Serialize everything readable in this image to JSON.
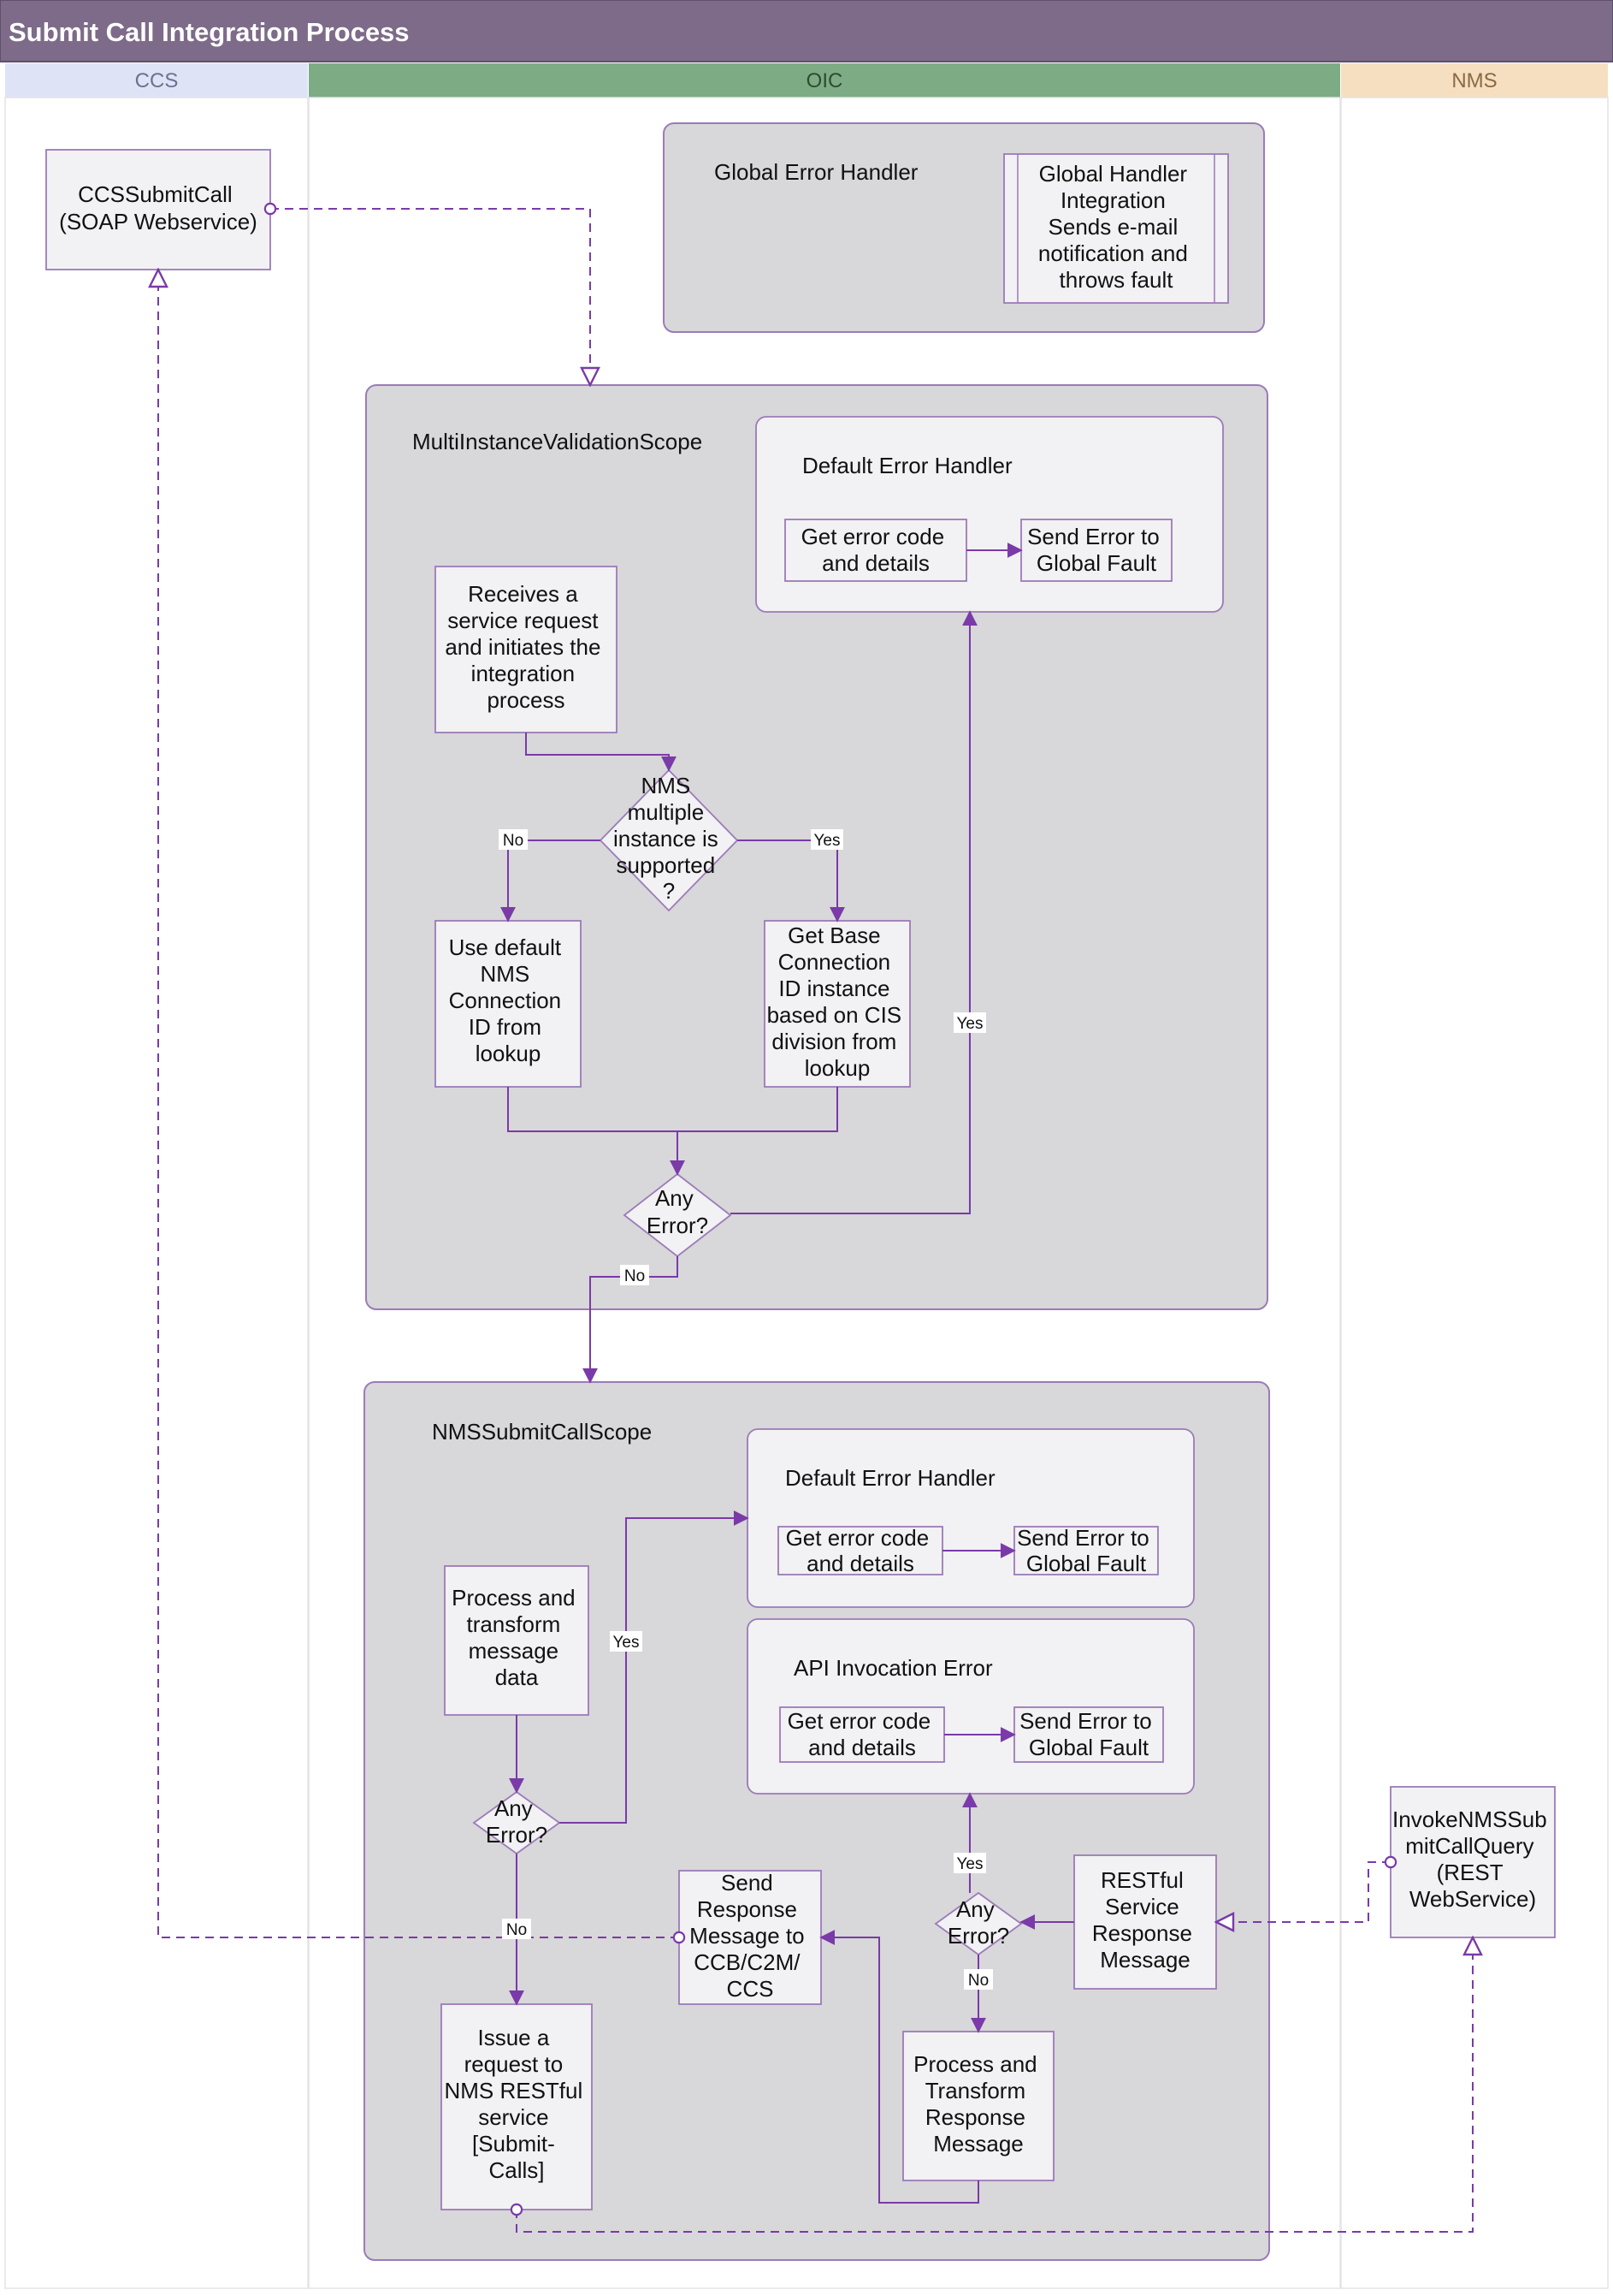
{
  "title": "Submit Call Integration Process",
  "lanes": {
    "ccs": "CCS",
    "oic": "OIC",
    "nms": "NMS"
  },
  "colors": {
    "title_bar": "#7d6b89",
    "lane_ccs": "#dfe3f6",
    "lane_oic": "#7dac84",
    "lane_nms": "#f6dfc0",
    "scope_fill": "#d8d7d9",
    "scope_stroke": "#9b7bb8",
    "box_fill": "#f2f1f3",
    "connector": "#7a3aa8"
  },
  "global_error_handler": {
    "title": "Global Error Handler",
    "integration": [
      "Global Handler",
      "Integration",
      "Sends e-mail",
      "notification and",
      "throws fault"
    ]
  },
  "ccs_submit_call": [
    "CCSSubmitCall",
    "(SOAP Webservice)"
  ],
  "multi_scope": {
    "title": "MultiInstanceValidationScope",
    "error_handler_title": "Default Error Handler",
    "get_error": [
      "Get  error code",
      "and details"
    ],
    "send_error": [
      "Send Error to",
      "Global Fault"
    ],
    "receive": [
      "Receives a",
      "service request",
      "and initiates the",
      "integration",
      "process"
    ],
    "decision": [
      "NMS",
      "multiple",
      "instance is",
      "supported",
      "?"
    ],
    "use_default": [
      "Use default",
      "NMS",
      "Connection",
      "ID from",
      "lookup"
    ],
    "get_base": [
      "Get Base",
      "Connection",
      "ID instance",
      "based on CIS",
      "division from",
      "lookup"
    ],
    "any_error": [
      "Any",
      "Error?"
    ]
  },
  "nms_scope": {
    "title": "NMSSubmitCallScope",
    "error_handler_title": "Default Error Handler",
    "get_error": [
      "Get  error code",
      "and details"
    ],
    "send_error": [
      "Send Error to",
      "Global Fault"
    ],
    "api_error_title": "API Invocation Error",
    "api_get_error": [
      "Get  error code",
      "and details"
    ],
    "api_send_error": [
      "Send Error to",
      "Global Fault"
    ],
    "process": [
      "Process and",
      "transform",
      "message",
      "data"
    ],
    "any_error_1": [
      "Any",
      "Error?"
    ],
    "issue_request": [
      "Issue a",
      "request to",
      "NMS RESTful",
      "service",
      "[Submit-",
      "Calls]"
    ],
    "send_response": [
      "Send",
      "Response",
      "Message to",
      "CCB/C2M/",
      "CCS"
    ],
    "any_error_2": [
      "Any",
      "Error?"
    ],
    "restful_response": [
      "RESTful",
      "Service",
      "Response",
      "Message"
    ],
    "process_transform": [
      "Process and",
      "Transform",
      "Response",
      "Message"
    ]
  },
  "invoke_nms": [
    "InvokeNMSSub",
    "mitCallQuery",
    "(REST",
    "WebService)"
  ],
  "edge_labels": {
    "no_1": "No",
    "yes_1": "Yes",
    "yes_2": "Yes",
    "no_2": "No",
    "yes_3": "Yes",
    "no_3": "No",
    "yes_4": "Yes",
    "no_4": "No"
  }
}
